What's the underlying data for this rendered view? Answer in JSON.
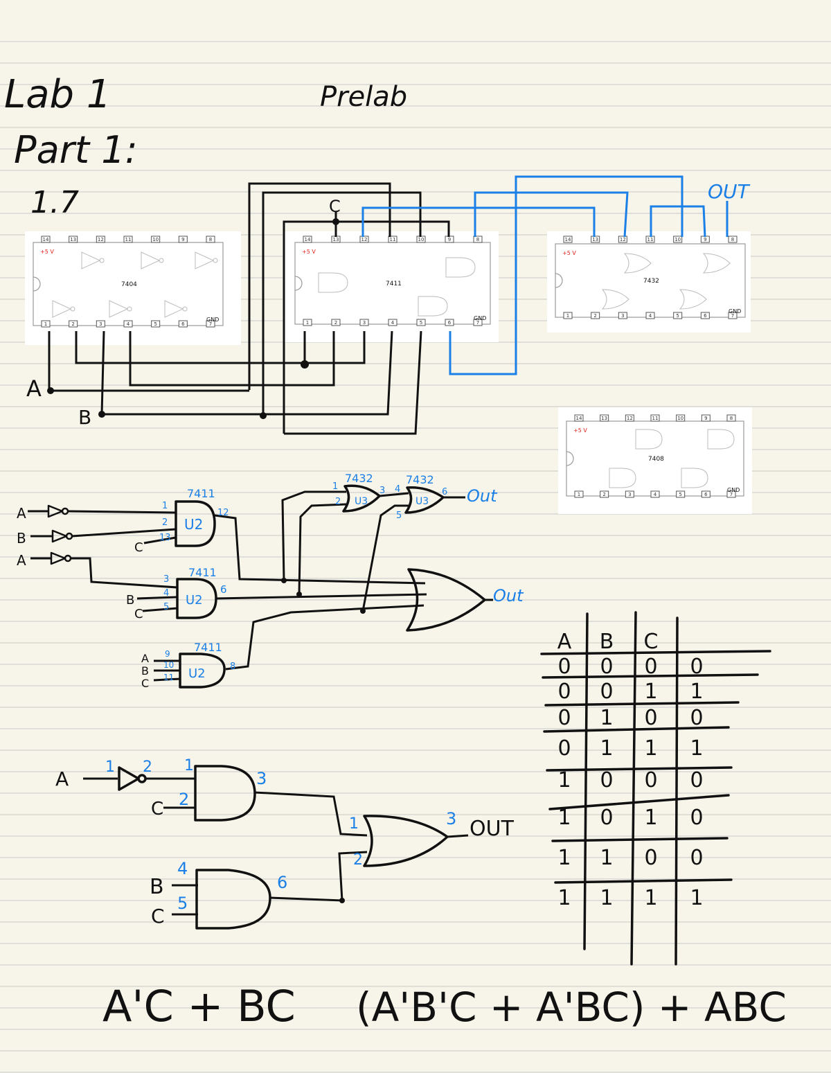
{
  "notes": {
    "title": "Lab 1",
    "part": "Part 1:",
    "section": "1.7",
    "prelab": "Prelab"
  },
  "chips": {
    "vcc": "+5 V",
    "gnd": "GND",
    "top_pins": [
      "14",
      "13",
      "12",
      "11",
      "10",
      "9",
      "8"
    ],
    "bottom_pins": [
      "1",
      "2",
      "3",
      "4",
      "5",
      "6",
      "7"
    ],
    "c7404": "7404",
    "c7411": "7411",
    "c7432": "7432",
    "c7408": "7408"
  },
  "wiring_labels": {
    "input_a": "A",
    "input_b": "B",
    "input_c": "C",
    "out": "OUT"
  },
  "schematic1": {
    "inputs": [
      "A",
      "B",
      "A"
    ],
    "c_in": "C",
    "and_in1": [
      "B",
      "C"
    ],
    "and_in2": [
      "A",
      "B",
      "C"
    ],
    "chip_7411": "7411",
    "chip_7432": "7432",
    "u2": "U2",
    "u3": "U3",
    "out1": "Out",
    "out2": "Out",
    "pins": {
      "u2a_in": [
        "1",
        "2",
        "13"
      ],
      "u2a_out": "12",
      "u2b_in": [
        "3",
        "4",
        "5"
      ],
      "u2b_out": "6",
      "u2c_in": [
        "9",
        "10",
        "11"
      ],
      "u2c_out": "8",
      "or1_in": [
        "1",
        "2"
      ],
      "or1_out": "3",
      "or2_in": [
        "4",
        "5"
      ],
      "or2_out": "6"
    }
  },
  "schematic2": {
    "a": "A",
    "b": "B",
    "c1": "C",
    "c2": "C",
    "out": "OUT",
    "pins": [
      "1",
      "2",
      "1",
      "2",
      "3",
      "1",
      "2",
      "3",
      "4",
      "5",
      "6"
    ]
  },
  "truth_table": {
    "headers": [
      "A",
      "B",
      "C",
      ""
    ],
    "rows": [
      [
        "0",
        "0",
        "0",
        "0"
      ],
      [
        "0",
        "0",
        "1",
        "1"
      ],
      [
        "0",
        "1",
        "0",
        "0"
      ],
      [
        "0",
        "1",
        "1",
        "1"
      ],
      [
        "1",
        "0",
        "0",
        "0"
      ],
      [
        "1",
        "0",
        "1",
        "0"
      ],
      [
        "1",
        "1",
        "0",
        "0"
      ],
      [
        "1",
        "1",
        "1",
        "1"
      ]
    ]
  },
  "expressions": {
    "expr1": "A'C + BC",
    "expr2": "(A'B'C + A'BC) + ABC"
  }
}
